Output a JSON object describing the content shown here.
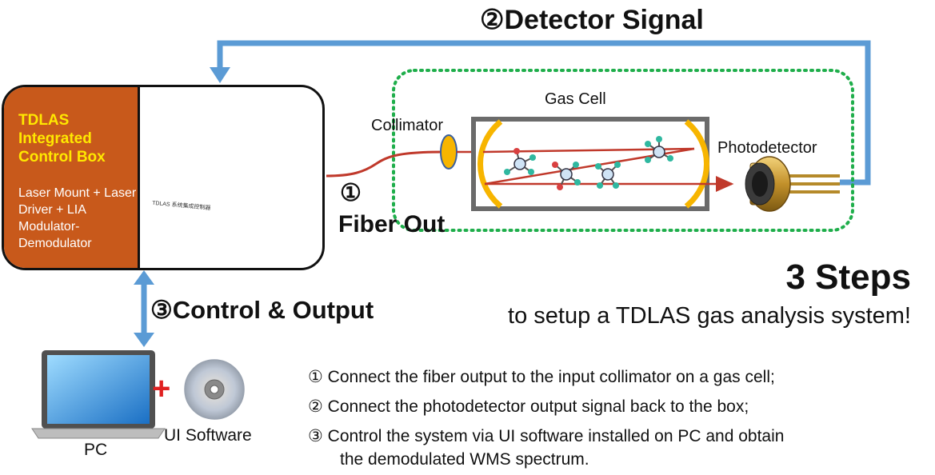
{
  "title": {
    "detector_signal": "②Detector Signal",
    "fiber_out_num": "①",
    "fiber_out": "Fiber Out",
    "control_output": "③Control & Output"
  },
  "control_box": {
    "title": "TDLAS Integrated Control Box",
    "description": "Laser Mount + Laser Driver + LIA Modulator-Demodulator",
    "device_label": "TDLAS 系统集成控制器"
  },
  "labels": {
    "gas_cell": "Gas Cell",
    "collimator": "Collimator",
    "photodetector": "Photodetector",
    "pc": "PC",
    "ui_software": "UI Software",
    "plus": "+"
  },
  "heading": {
    "main": "3 Steps",
    "sub": "to setup a TDLAS gas analysis system!"
  },
  "steps": [
    "① Connect the fiber output to the input collimator on a gas cell;",
    "② Connect the photodetector output signal back to the box;",
    "③ Control the system via UI software installed on PC and obtain",
    "the demodulated WMS spectrum."
  ],
  "colors": {
    "arrow": "#5b9bd5",
    "box_side": "#c8591b",
    "box_title": "#ffe800",
    "dotted_border": "#1fae4b",
    "fiber": "#c0392b",
    "mirror": "#f7b500",
    "plus": "#e02020"
  }
}
